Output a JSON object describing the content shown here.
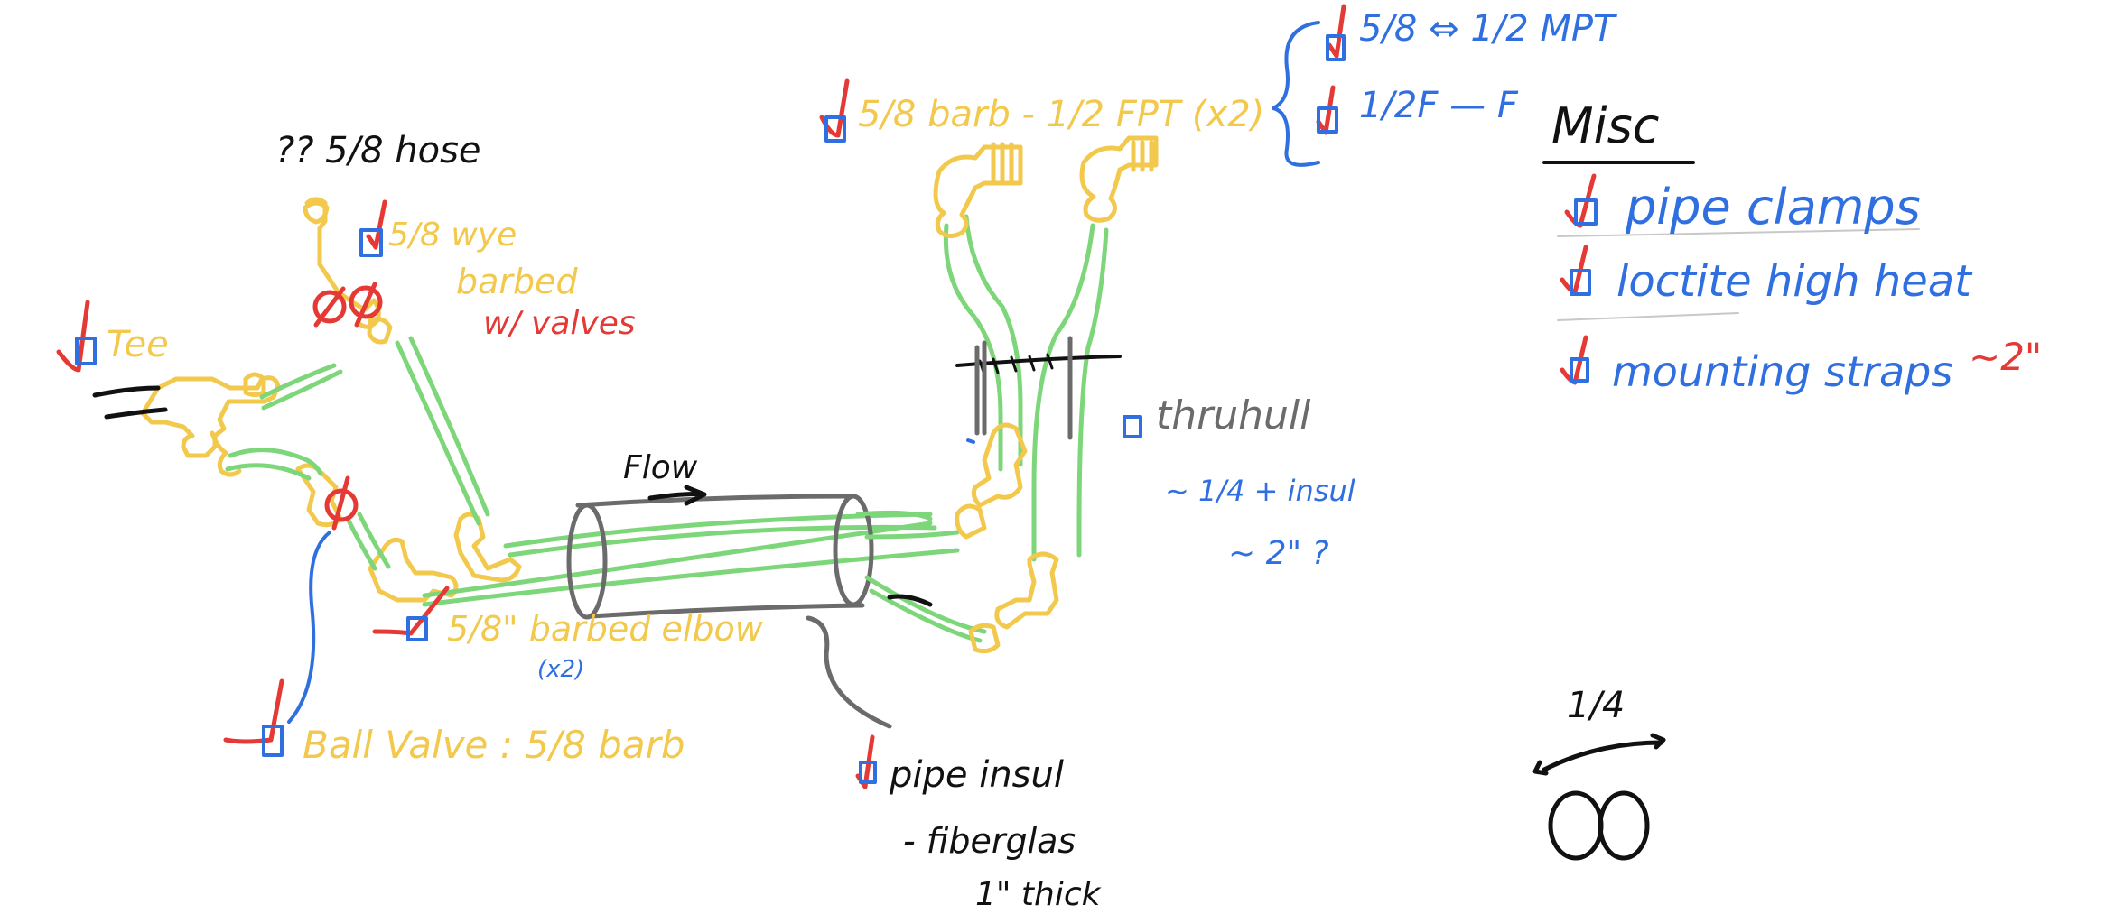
{
  "colors": {
    "yellow": "#F2C94C",
    "green": "#7ED67A",
    "red": "#E53935",
    "blue": "#2F6FE0",
    "black": "#111111",
    "gray": "#6B6B6B"
  },
  "labels": {
    "hose_question": "?? 5/8 hose",
    "wye": "5/8 wye",
    "barbed": "barbed",
    "w_valves": "w/ valves",
    "tee": "Tee",
    "flow": "Flow",
    "barbed_elbow": "5/8\" barbed elbow",
    "x2_blue": "(x2)",
    "ball_valve": "Ball Valve : 5/8 barb",
    "pipe_insul": "pipe insul",
    "fiberglass": "- fiberglas",
    "one_inch_thick": "1\" thick",
    "barb_fpt": "5/8 barb - 1/2 FPT (x2)",
    "mpt": "5/8 ⇔ 1/2 MPT",
    "female_female": "1/2F — F",
    "thruhull": "thruhull",
    "thruhull_size": "~ 1/4 + insul",
    "thruhull_size2": "~ 2\" ?",
    "misc_heading": "Misc",
    "misc_items": [
      "pipe clamps",
      "loctite high heat",
      "mounting straps",
      "~2\""
    ],
    "quarter": "1/4"
  }
}
